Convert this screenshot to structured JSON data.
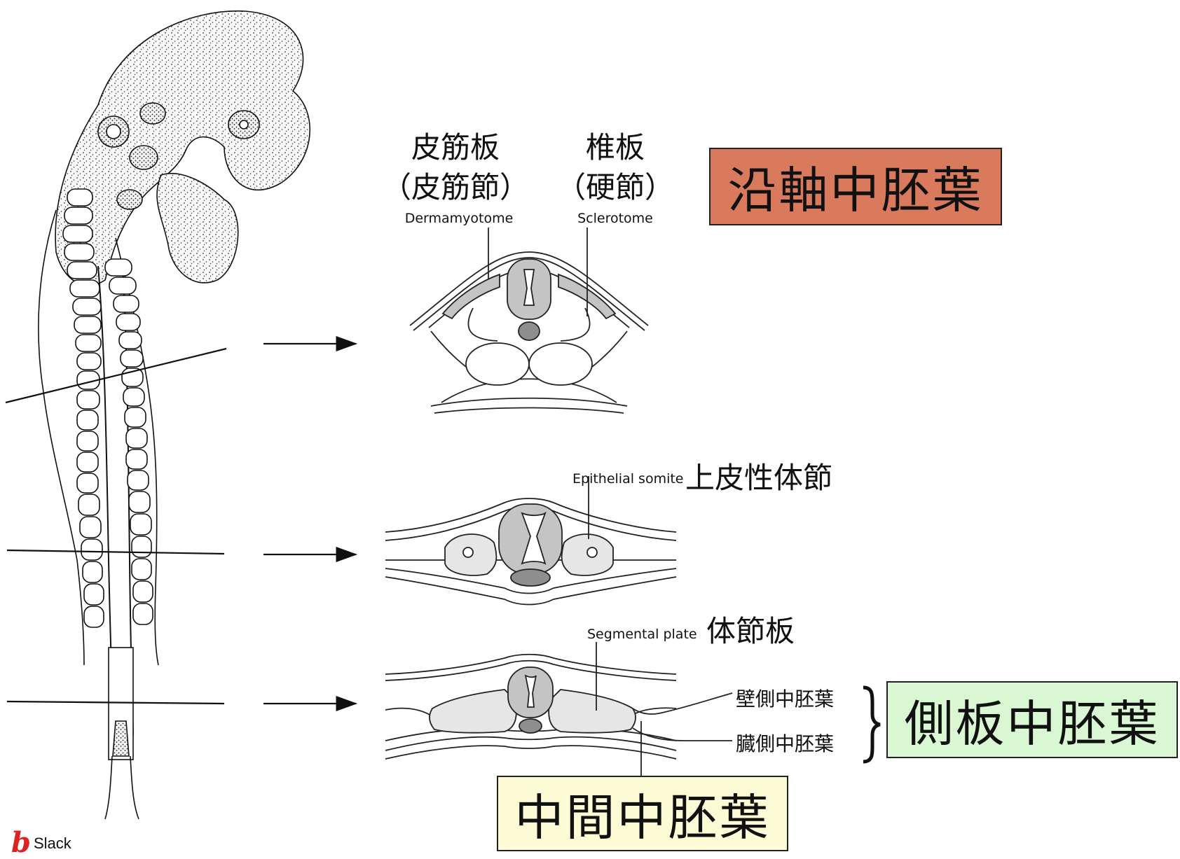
{
  "labels": {
    "dermamyotome_jp": "皮筋板",
    "dermamyotome_jp_alt": "（皮筋節）",
    "dermamyotome_en": "Dermamyotome",
    "sclerotome_jp": "椎板",
    "sclerotome_jp_alt": "（硬節）",
    "sclerotome_en": "Sclerotome",
    "epithelial_somite_en": "Epithelial somite",
    "epithelial_somite_jp": "上皮性体節",
    "segmental_plate_en": "Segmental plate",
    "segmental_plate_jp": "体節板",
    "parietal_mesoderm_jp": "壁側中胚葉",
    "visceral_mesoderm_jp": "臓側中胚葉"
  },
  "boxes": {
    "paraxial": "沿軸中胚葉",
    "lateral_plate": "側板中胚葉",
    "intermediate": "中間中胚葉"
  },
  "credit": {
    "letter": "b",
    "source": "Slack"
  },
  "colors": {
    "paraxial_box": "#d97a5d",
    "lateral_box": "#d8f7d2",
    "intermediate_box": "#fdfad6",
    "tissue_light": "#e6e6e6",
    "tissue_mid": "#c4c4c4",
    "tissue_dark": "#8e8e8e",
    "credit_letter": "#dd2222"
  }
}
